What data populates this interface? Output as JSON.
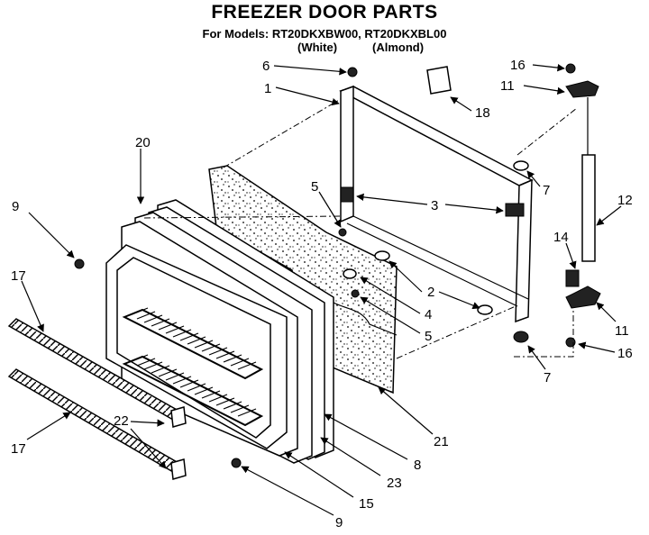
{
  "header": {
    "title": "FREEZER DOOR PARTS",
    "models_line": "For Models: RT20DKXBW00, RT20DKXBL00",
    "color_white": "(White)",
    "color_almond": "(Almond)"
  },
  "callouts": [
    "1",
    "2",
    "3",
    "3",
    "4",
    "5",
    "5",
    "6",
    "7",
    "7",
    "8",
    "9",
    "9",
    "11",
    "11",
    "12",
    "14",
    "15",
    "16",
    "16",
    "17",
    "17",
    "18",
    "20",
    "21",
    "22",
    "23"
  ]
}
